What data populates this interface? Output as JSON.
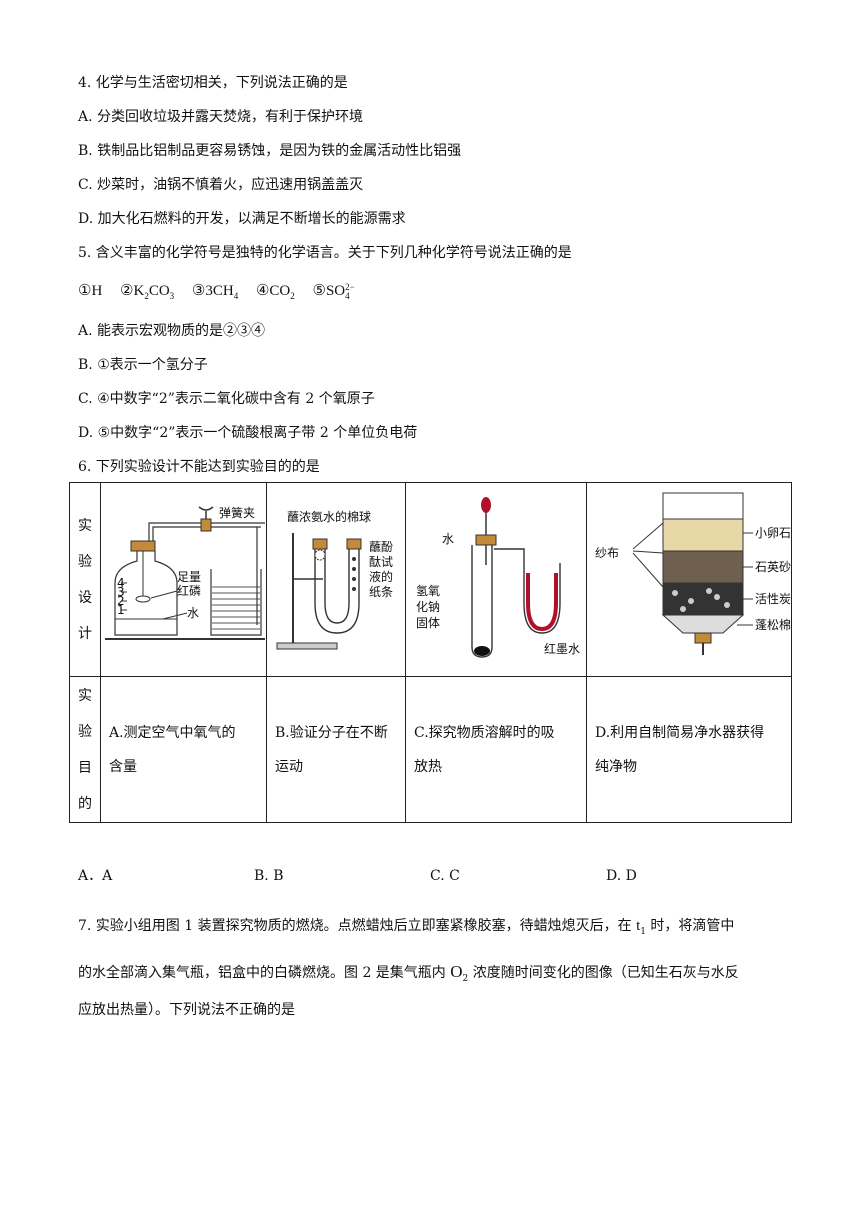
{
  "q4": {
    "stem": "4. 化学与生活密切相关，下列说法正确的是",
    "options": [
      "A. 分类回收垃圾并露天焚烧，有利于保护环境",
      "B. 铁制品比铝制品更容易锈蚀，是因为铁的金属活动性比铝强",
      "C. 炒菜时，油锅不慎着火，应迅速用锅盖盖灭",
      "D. 加大化石燃料的开发，以满足不断增长的能源需求"
    ]
  },
  "q5": {
    "stem": "5. 含义丰富的化学符号是独特的化学语言。关于下列几种化学符号说法正确的是",
    "symbols": {
      "s1": "①H",
      "s2_pre": "②",
      "s2_a": "K",
      "s2_a_sub": "2",
      "s2_b": "CO",
      "s2_b_sub": "3",
      "s3_pre": "③",
      "s3_a": "3CH",
      "s3_sub": "4",
      "s4_pre": "④",
      "s4_a": "CO",
      "s4_sub": "2",
      "s5_pre": "⑤",
      "s5_a": "SO",
      "s5_sup": "2−",
      "s5_sub": "4"
    },
    "options": [
      "A. 能表示宏观物质的是②③④",
      "B. ①表示一个氢分子",
      "C. ④中数字“2”表示二氧化碳中含有 2 个氧原子",
      "D. ⑤中数字“2”表示一个硫酸根离子带 2 个单位负电荷"
    ]
  },
  "q6": {
    "stem": "6. 下列实验设计不能达到实验目的的是",
    "row1_label": [
      "实",
      "验",
      "设",
      "计"
    ],
    "row2_label": [
      "实",
      "验",
      "目",
      "的"
    ],
    "diagram_a": {
      "clip": "弹簧夹",
      "phosphorus1": "足量",
      "phosphorus2": "红磷",
      "water": "水",
      "ticks": [
        "4",
        "3",
        "2",
        "1"
      ]
    },
    "diagram_b": {
      "cotton": "蘸浓氨水的棉球",
      "paper": [
        "蘸酚",
        "酞试",
        "液的",
        "纸条"
      ]
    },
    "diagram_c": {
      "water": "水",
      "naoh": [
        "氢氧",
        "化钠",
        "固体"
      ],
      "ink": "红墨水"
    },
    "diagram_d": {
      "gauze": "纱布",
      "layers": [
        "小卵石",
        "石英砂",
        "活性炭",
        "蓬松棉"
      ]
    },
    "goals": [
      [
        "A.测定空气中氧气的",
        "含量"
      ],
      [
        "B.验证分子在不断",
        "运动"
      ],
      [
        "C.探究物质溶解时的吸",
        "放热"
      ],
      [
        "D.利用自制简易净水器获得",
        "纯净物"
      ]
    ],
    "answers": [
      "A．A",
      "B. B",
      "C. C",
      "D. D"
    ]
  },
  "q7": {
    "line1_a": "7. 实验小组用图 1 装置探究物质的燃烧。点燃蜡烛后立即塞紧橡胶塞，待蜡烛熄灭后，在 ",
    "line1_t": "t",
    "line1_tsub": "1",
    "line1_b": " 时，将滴管中",
    "line2_a": "的水全部滴入集气瓶，铝盒中的白磷燃烧。图 2 是集气瓶内 ",
    "line2_o": "O",
    "line2_osub": "2",
    "line2_b": " 浓度随时间变化的图像（已知生石灰与水反",
    "line3": "应放出热量）。下列说法不正确的是"
  }
}
